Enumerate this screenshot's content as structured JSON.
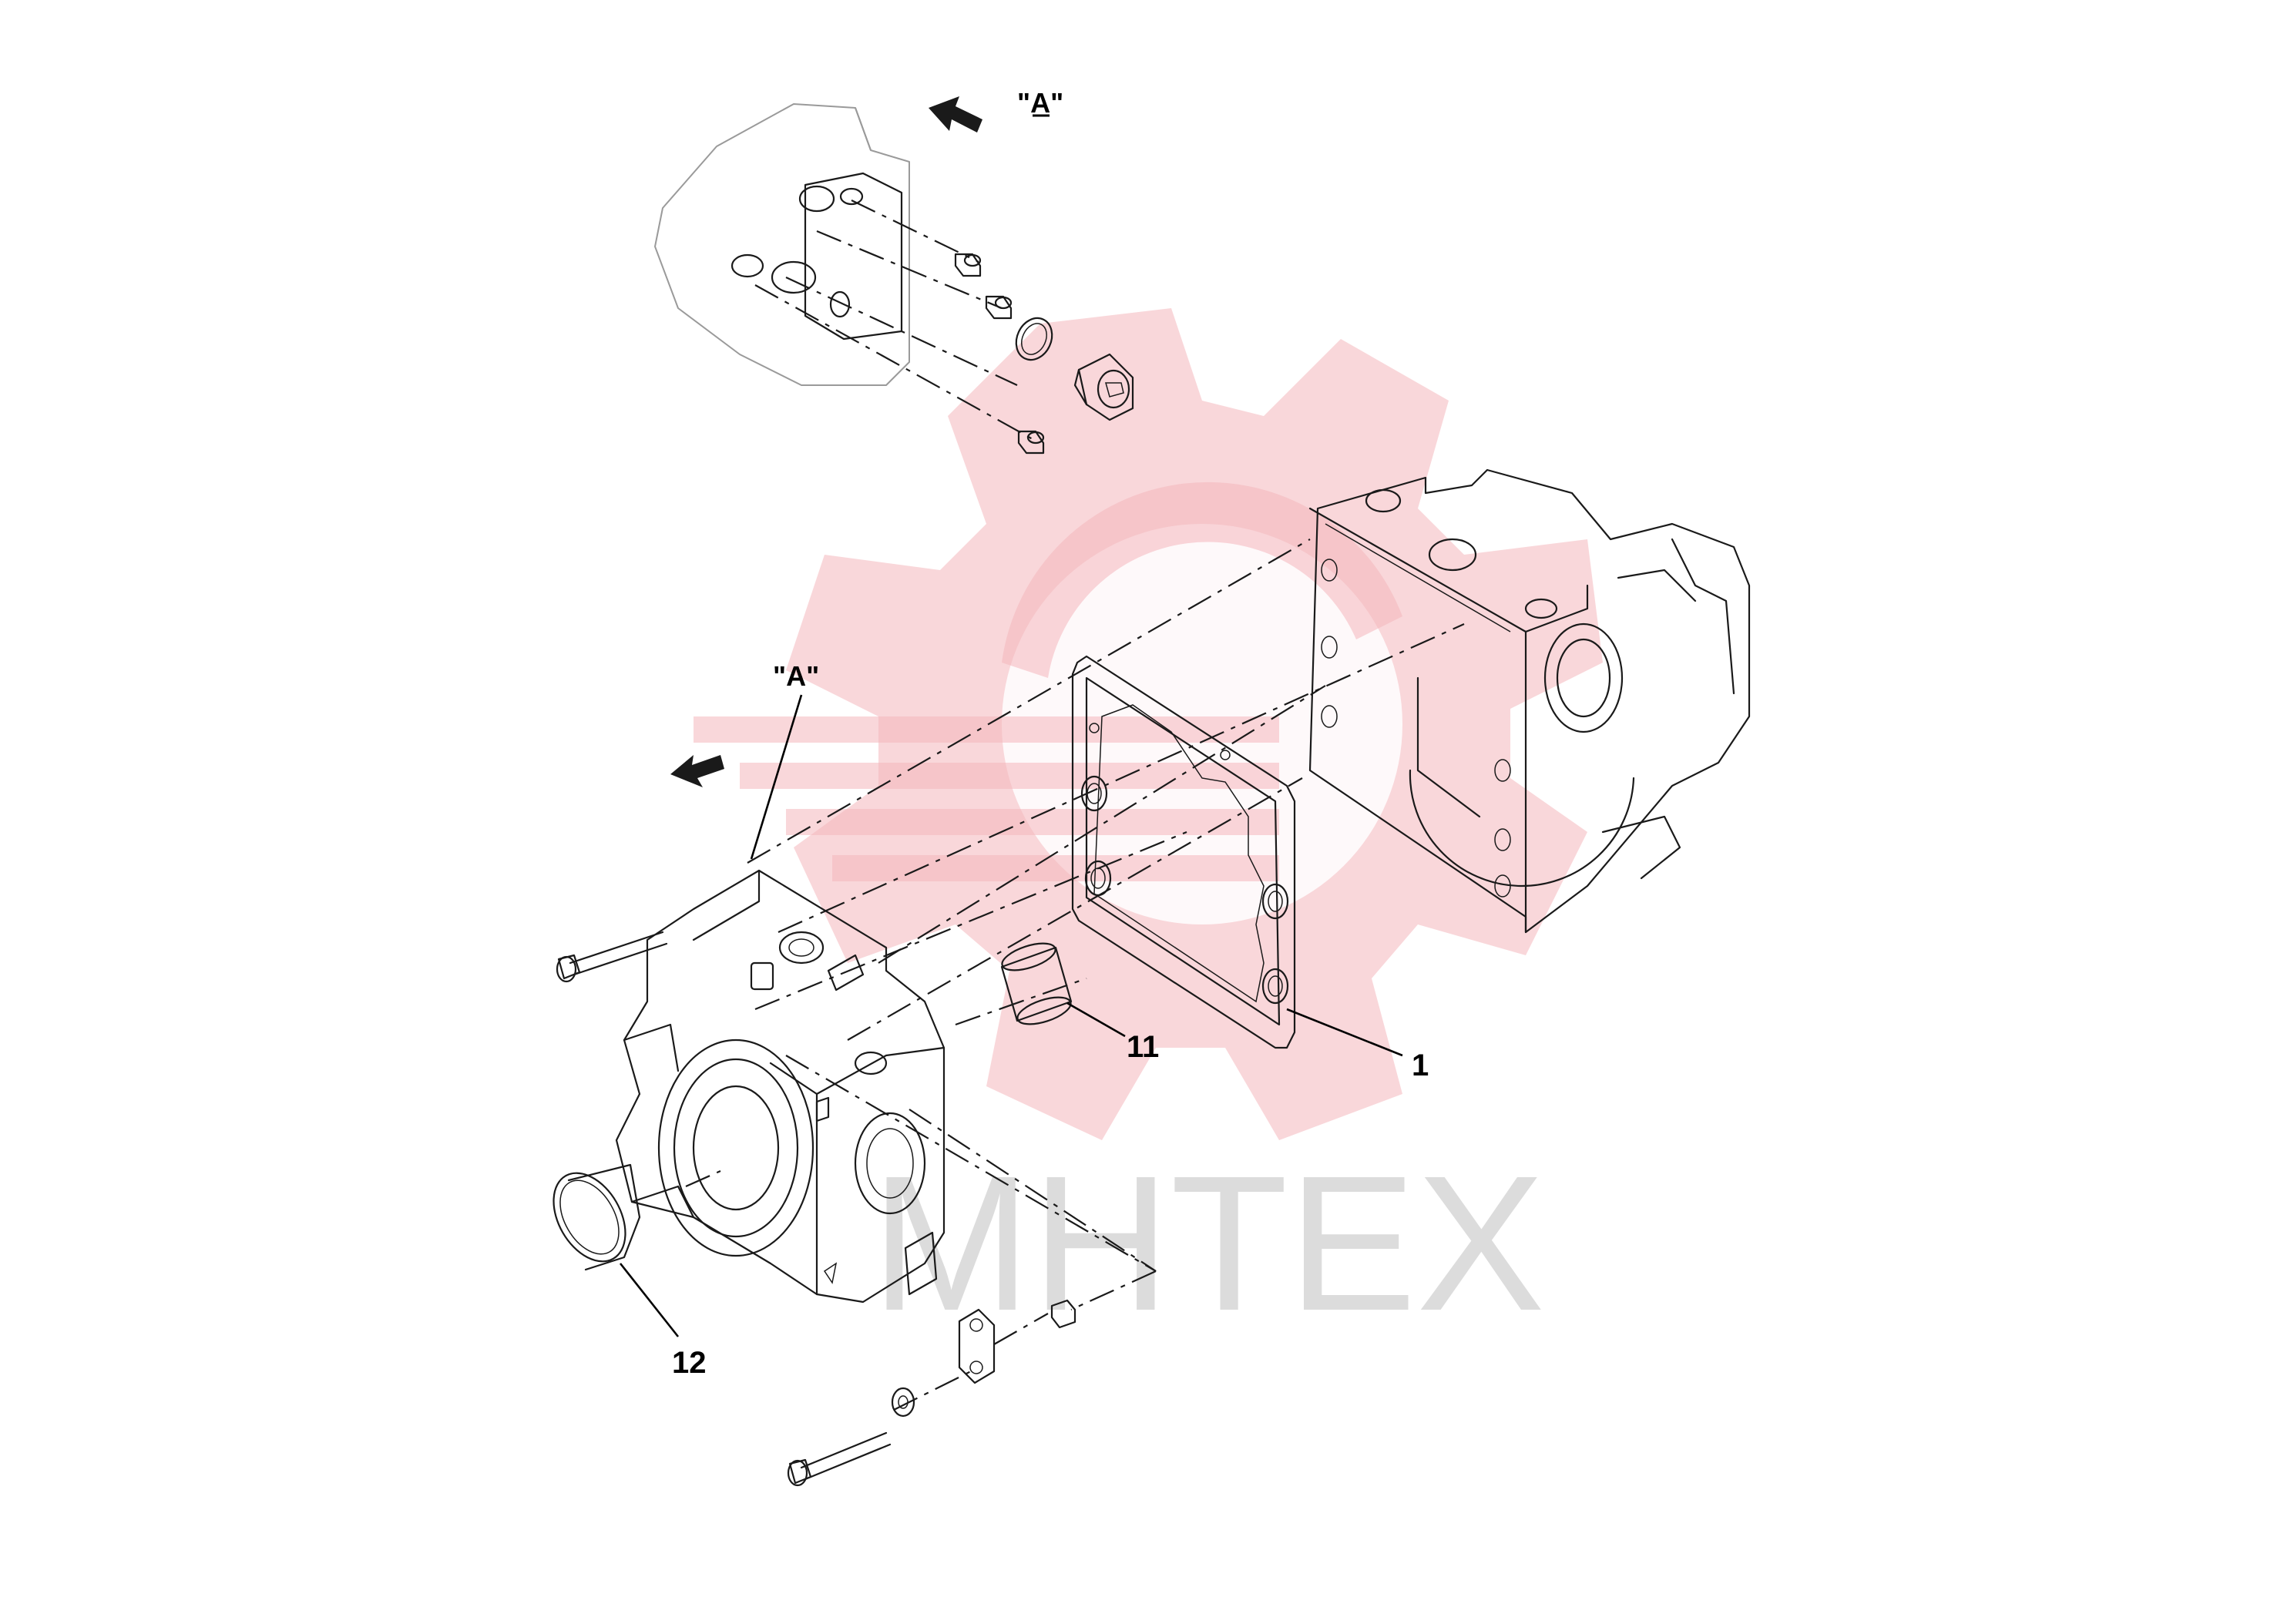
{
  "diagram": {
    "view_label_top": "\"A\"",
    "view_label_left": "\"A\"",
    "callouts": [
      {
        "id": "callout-1",
        "label": "1"
      },
      {
        "id": "callout-11",
        "label": "11"
      },
      {
        "id": "callout-12",
        "label": "12"
      }
    ],
    "watermark": {
      "text": "МНТЕХ",
      "color": "#f4b7bb"
    }
  }
}
